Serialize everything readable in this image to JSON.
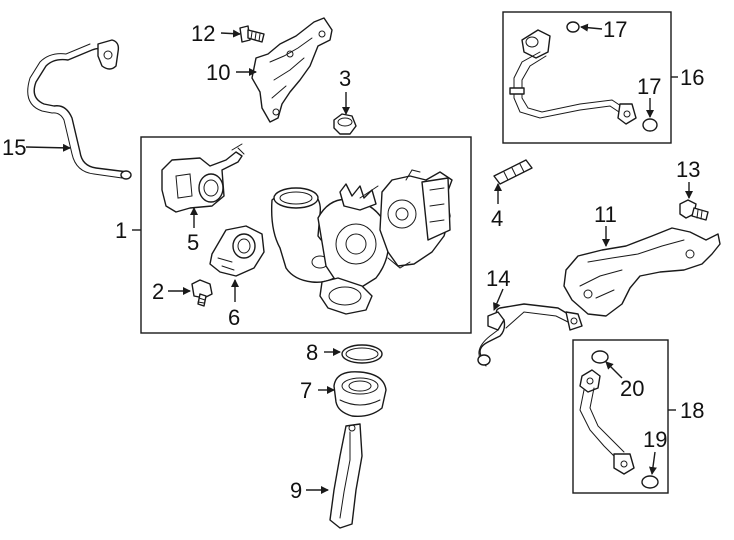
{
  "diagram": {
    "callouts": {
      "c1": "1",
      "c2": "2",
      "c3": "3",
      "c4": "4",
      "c5": "5",
      "c6": "6",
      "c7": "7",
      "c8": "8",
      "c9": "9",
      "c10": "10",
      "c11": "11",
      "c12": "12",
      "c13": "13",
      "c14": "14",
      "c15": "15",
      "c16": "16",
      "c17a": "17",
      "c17b": "17",
      "c18": "18",
      "c19": "19",
      "c20": "20"
    },
    "colors": {
      "line": "#1a1a1a",
      "background": "#ffffff"
    }
  }
}
